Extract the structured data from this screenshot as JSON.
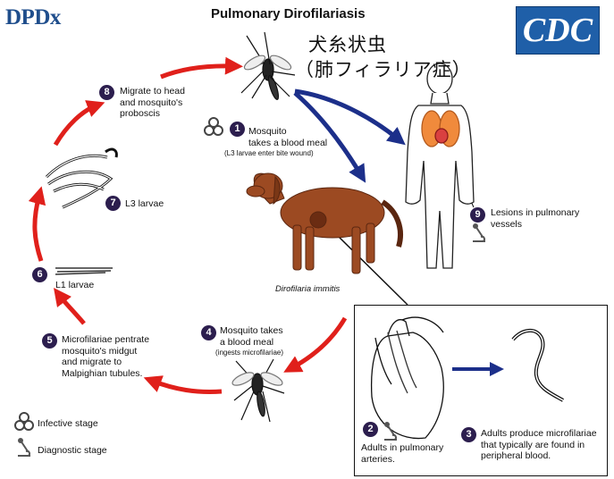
{
  "header": {
    "title": "Pulmonary Dirofilariasis",
    "jp_line1": "犬糸状虫",
    "jp_line2": "（肺フィラリア症）",
    "logo_left": "DPDx",
    "logo_right": "CDC"
  },
  "steps": [
    {
      "n": "1",
      "label": "Mosquito\ntakes a blood meal",
      "sub": "(L3 larvae enter bite wound)"
    },
    {
      "n": "2",
      "label": "Adults in pulmonary\narteries."
    },
    {
      "n": "3",
      "label": "Adults produce microfilariae\nthat typically are found in\nperipheral blood."
    },
    {
      "n": "4",
      "label": "Mosquito takes\na blood meal",
      "sub": "(ingests microfilariae)"
    },
    {
      "n": "5",
      "label": "Microfilariae pentrate\nmosquito's midgut\nand migrate to\nMalpighian tubules."
    },
    {
      "n": "6",
      "label": "L1 larvae"
    },
    {
      "n": "7",
      "label": "L3 larvae"
    },
    {
      "n": "8",
      "label": "Migrate to head\nand mosquito's\nproboscis"
    },
    {
      "n": "9",
      "label": "Lesions in pulmonary\nvessels"
    }
  ],
  "dog_caption": "Dirofilaria immitis",
  "legend": {
    "infective": "Infective stage",
    "diagnostic": "Diagnostic stage"
  },
  "colors": {
    "red_arrow": "#e0201b",
    "blue_arrow": "#1c2f8a",
    "step_badge": "#2c1e4e",
    "dog": "#9c4a22",
    "lungs": "#f08a3c"
  },
  "icons": {
    "biohazard": "biohazard-icon",
    "microscope": "microscope-icon"
  }
}
